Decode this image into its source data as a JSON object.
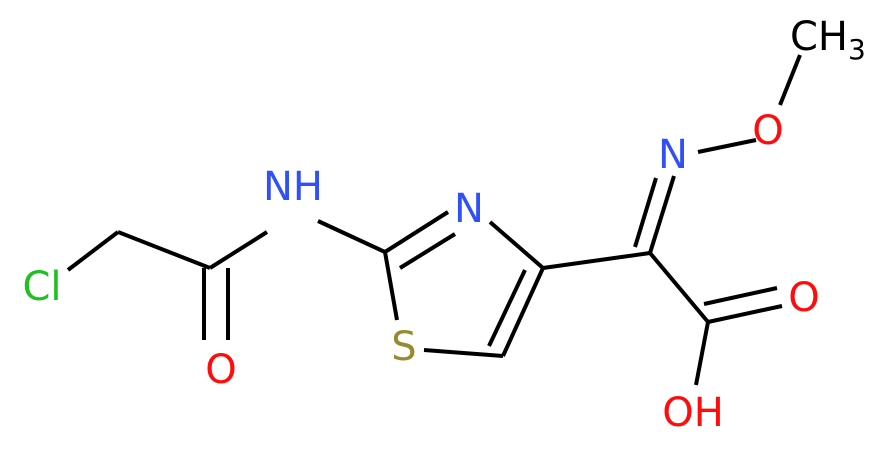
{
  "molecule": {
    "atoms": {
      "cl": "Cl",
      "nh": "NH",
      "o_amide": "O",
      "s_ring": "S",
      "n_ring": "N",
      "n_oxime": "N",
      "o_ether": "O",
      "ch3_c": "CH",
      "ch3_sub": "3",
      "o_carbonyl": "O",
      "oh": "OH"
    },
    "colors": {
      "bond": "#000000",
      "carbon": "#000000",
      "nitrogen": "#3050F8",
      "oxygen": "#FF0D0D",
      "sulfur": "#9A8A2E",
      "chlorine": "#1FC01F"
    }
  }
}
